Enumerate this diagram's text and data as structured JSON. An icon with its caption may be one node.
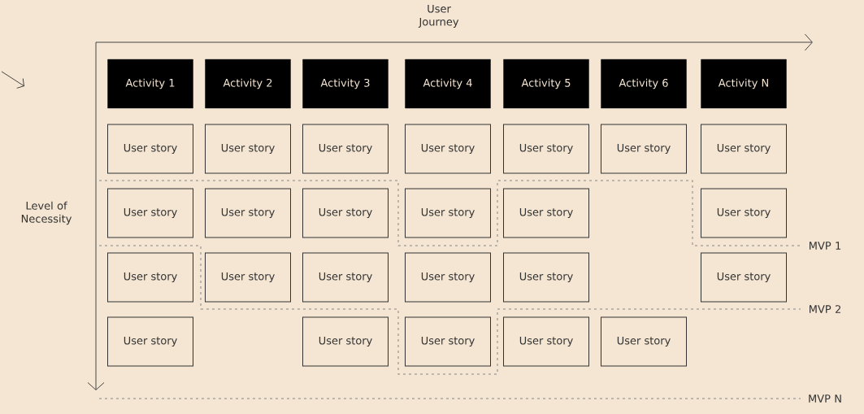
{
  "diagram": {
    "nodes": [
      {
        "text": [
          "Activity 1"
        ]
      },
      {
        "text": [
          "Activity 2"
        ]
      },
      {
        "text": [
          "Activity 3"
        ]
      },
      {
        "text": [
          "Activity 4"
        ]
      },
      {
        "text": [
          "Activity 5"
        ]
      },
      {
        "text": [
          "Activity 6"
        ]
      },
      {
        "text": [
          "Activity N"
        ]
      },
      {
        "text": [
          "User story"
        ]
      },
      {
        "text": [
          "User story"
        ]
      },
      {
        "text": [
          "User story"
        ]
      },
      {
        "text": [
          "User story"
        ]
      },
      {
        "text": [
          "User story"
        ]
      },
      {
        "text": [
          "User story"
        ]
      },
      {
        "text": [
          "User story"
        ]
      },
      {
        "text": [
          "User story"
        ]
      },
      {
        "text": [
          "User story"
        ]
      },
      {
        "text": [
          "User story"
        ]
      },
      {
        "text": [
          "User story"
        ]
      },
      {
        "text": [
          "User story"
        ]
      },
      {
        "text": [
          "User story"
        ]
      },
      {
        "text": [
          "User story"
        ]
      },
      {
        "text": [
          "User story"
        ]
      },
      {
        "text": [
          "User story"
        ]
      },
      {
        "text": [
          "User story"
        ]
      },
      {
        "text": [
          "User story"
        ]
      },
      {
        "text": [
          "User story"
        ]
      },
      {
        "text": [
          "User story"
        ]
      },
      {
        "text": [
          "User story"
        ]
      },
      {
        "text": [
          "User story"
        ]
      },
      {
        "text": [
          "User story"
        ]
      },
      {
        "text": [
          "User story"
        ]
      }
    ],
    "labels": [
      "User Journey",
      "Level of Necessity",
      "MVP 1",
      "MVP 2",
      "MVP N"
    ]
  }
}
